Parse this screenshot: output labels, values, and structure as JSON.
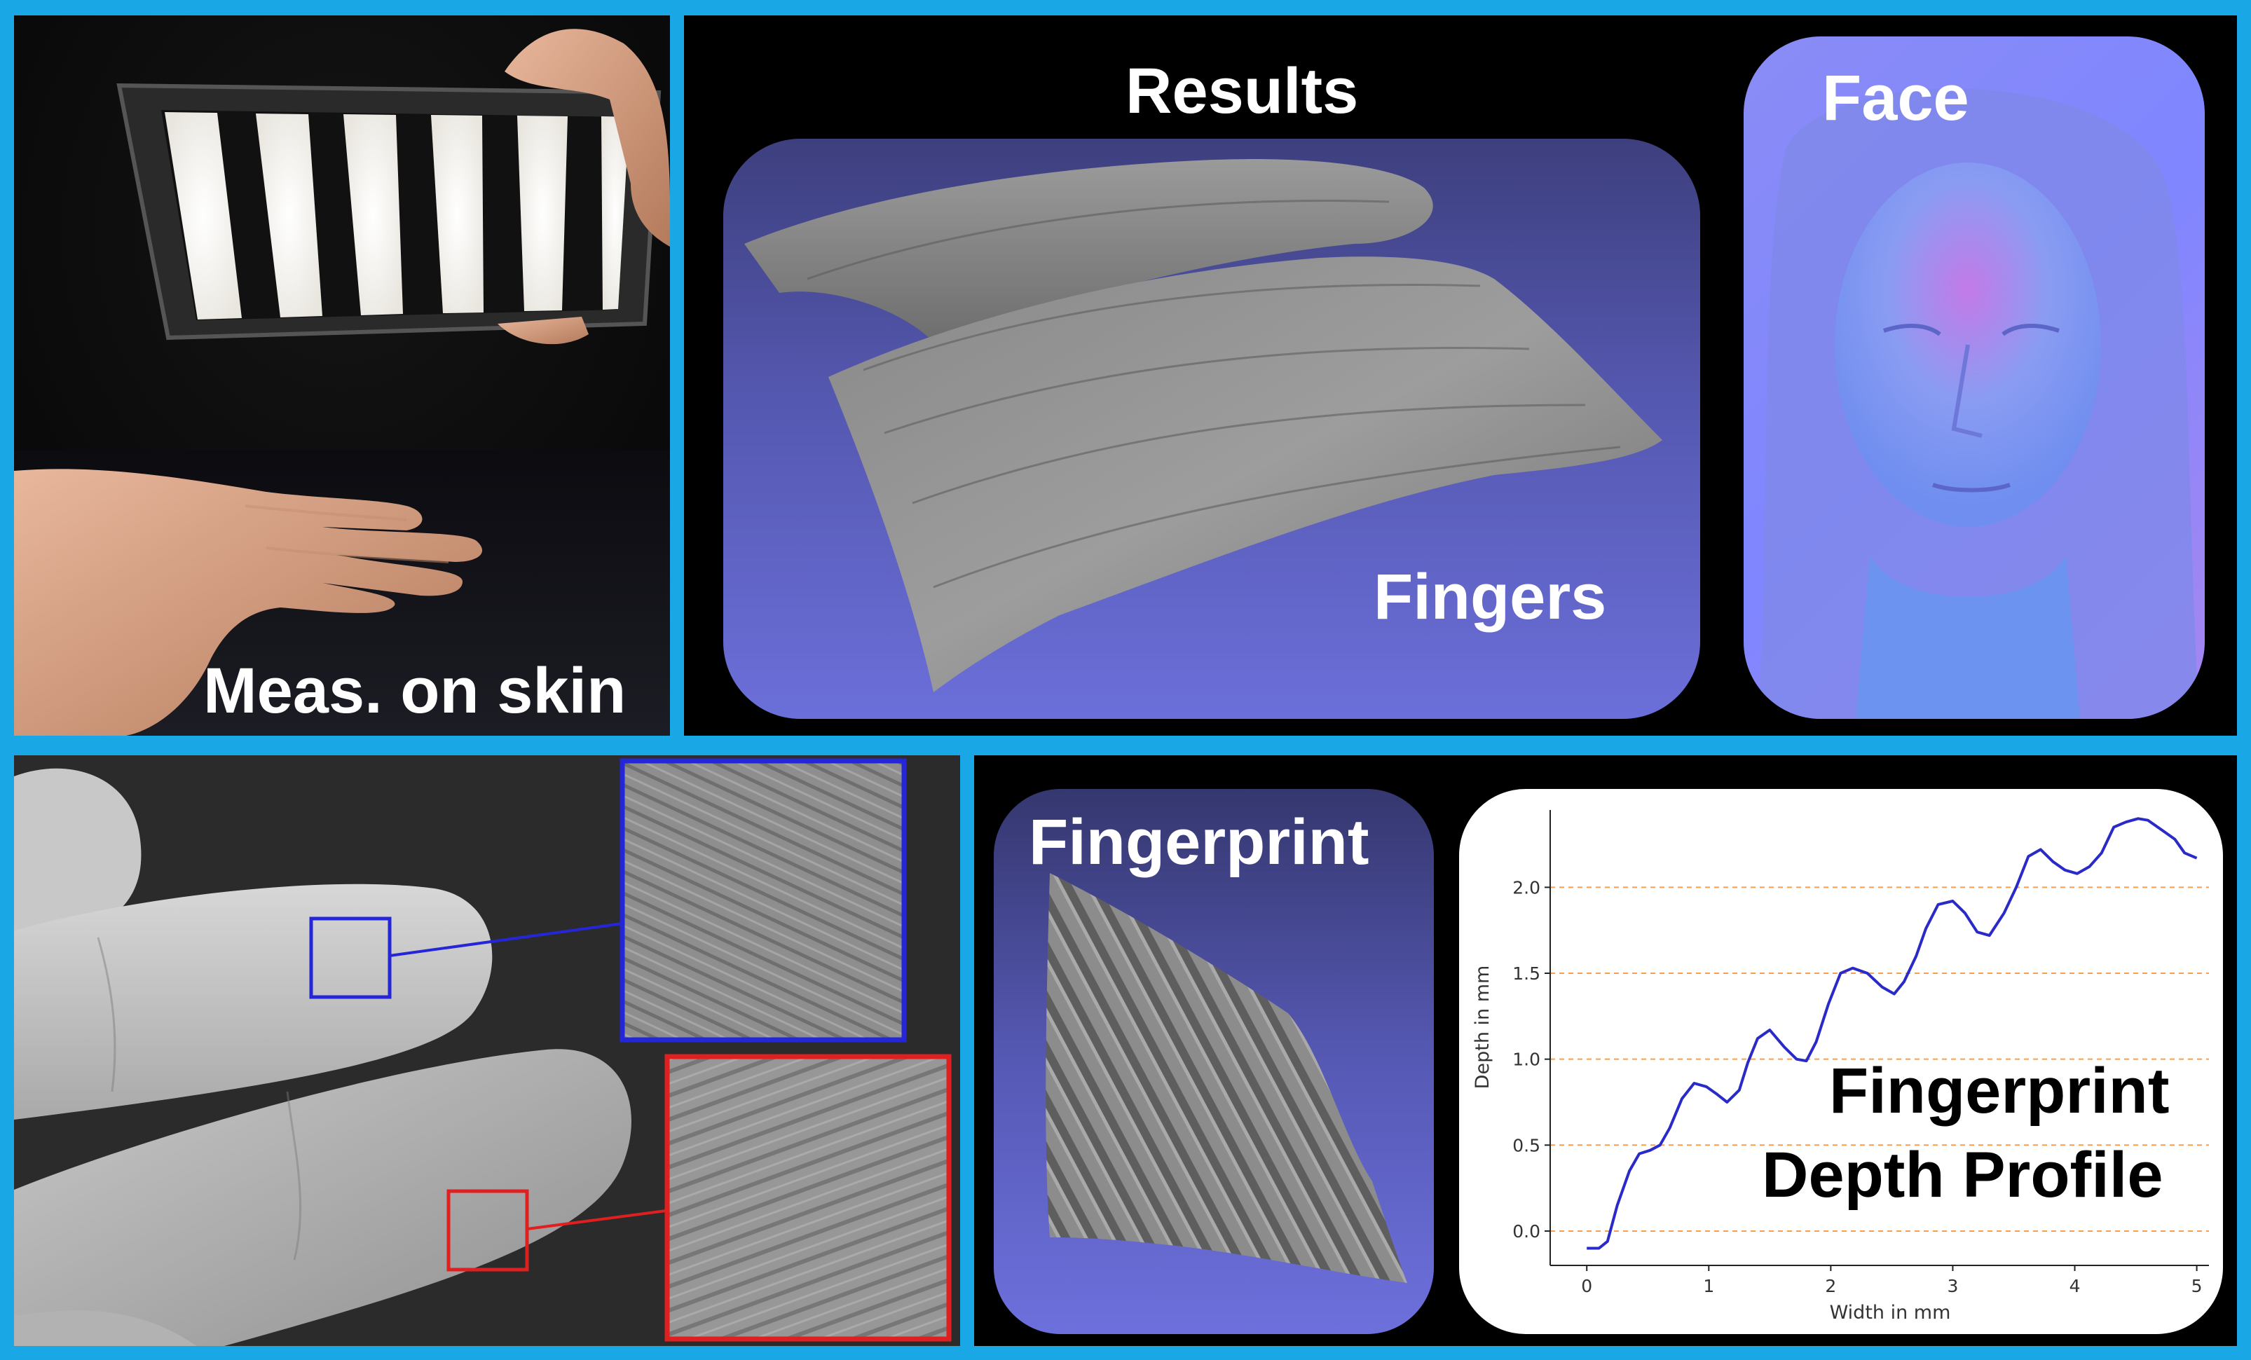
{
  "panels": {
    "measurement": {
      "label": "Meas. on skin"
    },
    "results": {
      "title": "Results",
      "fingers_label": "Fingers",
      "face_label": "Face"
    },
    "fingerprint_mesh": {
      "label": "Fingerprint"
    },
    "depth_profile": {
      "label_line1": "Fingerprint",
      "label_line2": "Depth Profile"
    }
  },
  "chart_data": {
    "type": "line",
    "xlabel": "Width in mm",
    "ylabel": "Depth in mm",
    "xlim": [
      -0.3,
      5.1
    ],
    "ylim": [
      -0.2,
      2.45
    ],
    "xticks": [
      "0",
      "1",
      "2",
      "3",
      "4",
      "5"
    ],
    "yticks": [
      "0.0",
      "0.5",
      "1.0",
      "1.5",
      "2.0"
    ],
    "grid": "horizontal dashed",
    "series": [
      {
        "color": "#2a2ac8",
        "x": [
          0,
          0.1,
          0.17,
          0.25,
          0.35,
          0.43,
          0.52,
          0.6,
          0.68,
          0.78,
          0.88,
          0.98,
          1.06,
          1.15,
          1.25,
          1.32,
          1.4,
          1.5,
          1.62,
          1.72,
          1.8,
          1.88,
          1.98,
          2.08,
          2.18,
          2.3,
          2.42,
          2.52,
          2.6,
          2.7,
          2.78,
          2.88,
          3.0,
          3.1,
          3.2,
          3.3,
          3.42,
          3.52,
          3.62,
          3.72,
          3.82,
          3.92,
          4.02,
          4.12,
          4.22,
          4.32,
          4.42,
          4.52,
          4.6,
          4.72,
          4.82,
          4.9,
          5.0
        ],
        "y": [
          -0.1,
          -0.1,
          -0.06,
          0.15,
          0.35,
          0.45,
          0.47,
          0.5,
          0.6,
          0.77,
          0.86,
          0.84,
          0.8,
          0.75,
          0.82,
          0.98,
          1.12,
          1.17,
          1.07,
          1.0,
          0.99,
          1.1,
          1.32,
          1.5,
          1.53,
          1.5,
          1.42,
          1.38,
          1.45,
          1.6,
          1.76,
          1.9,
          1.92,
          1.85,
          1.74,
          1.72,
          1.85,
          2.0,
          2.18,
          2.22,
          2.15,
          2.1,
          2.08,
          2.12,
          2.2,
          2.35,
          2.38,
          2.4,
          2.39,
          2.33,
          2.28,
          2.2,
          2.17
        ]
      }
    ]
  }
}
